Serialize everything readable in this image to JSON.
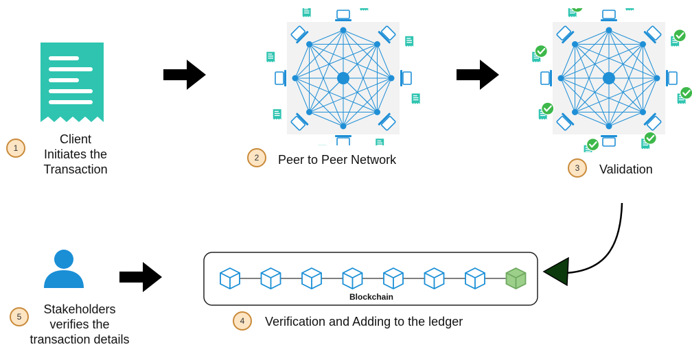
{
  "steps": [
    {
      "num": "1",
      "line1": "Client",
      "line2": "Initiates the",
      "line3": "Transaction"
    },
    {
      "num": "2",
      "text": "Peer to Peer Network"
    },
    {
      "num": "3",
      "text": "Validation"
    },
    {
      "num": "4",
      "text": "Verification and Adding to the ledger"
    },
    {
      "num": "5",
      "line1": "Stakeholders",
      "line2": "verifies the",
      "line3": "transaction details"
    }
  ],
  "blockchain": {
    "label": "Blockchain",
    "block_count": 8
  },
  "colors": {
    "teal": "#2ec4b0",
    "blue": "#1a8fd6",
    "node_blue": "#1f8fd6",
    "badge_fill": "#fde5c4",
    "badge_stroke": "#c98a3a",
    "check_green": "#3db84a",
    "last_block": "#9ccf8a",
    "curve_arrow": "#0d3a0d"
  },
  "icons": [
    "receipt-icon",
    "user-icon",
    "laptop-icon",
    "check-icon",
    "cube-icon",
    "arrow-right-icon"
  ]
}
